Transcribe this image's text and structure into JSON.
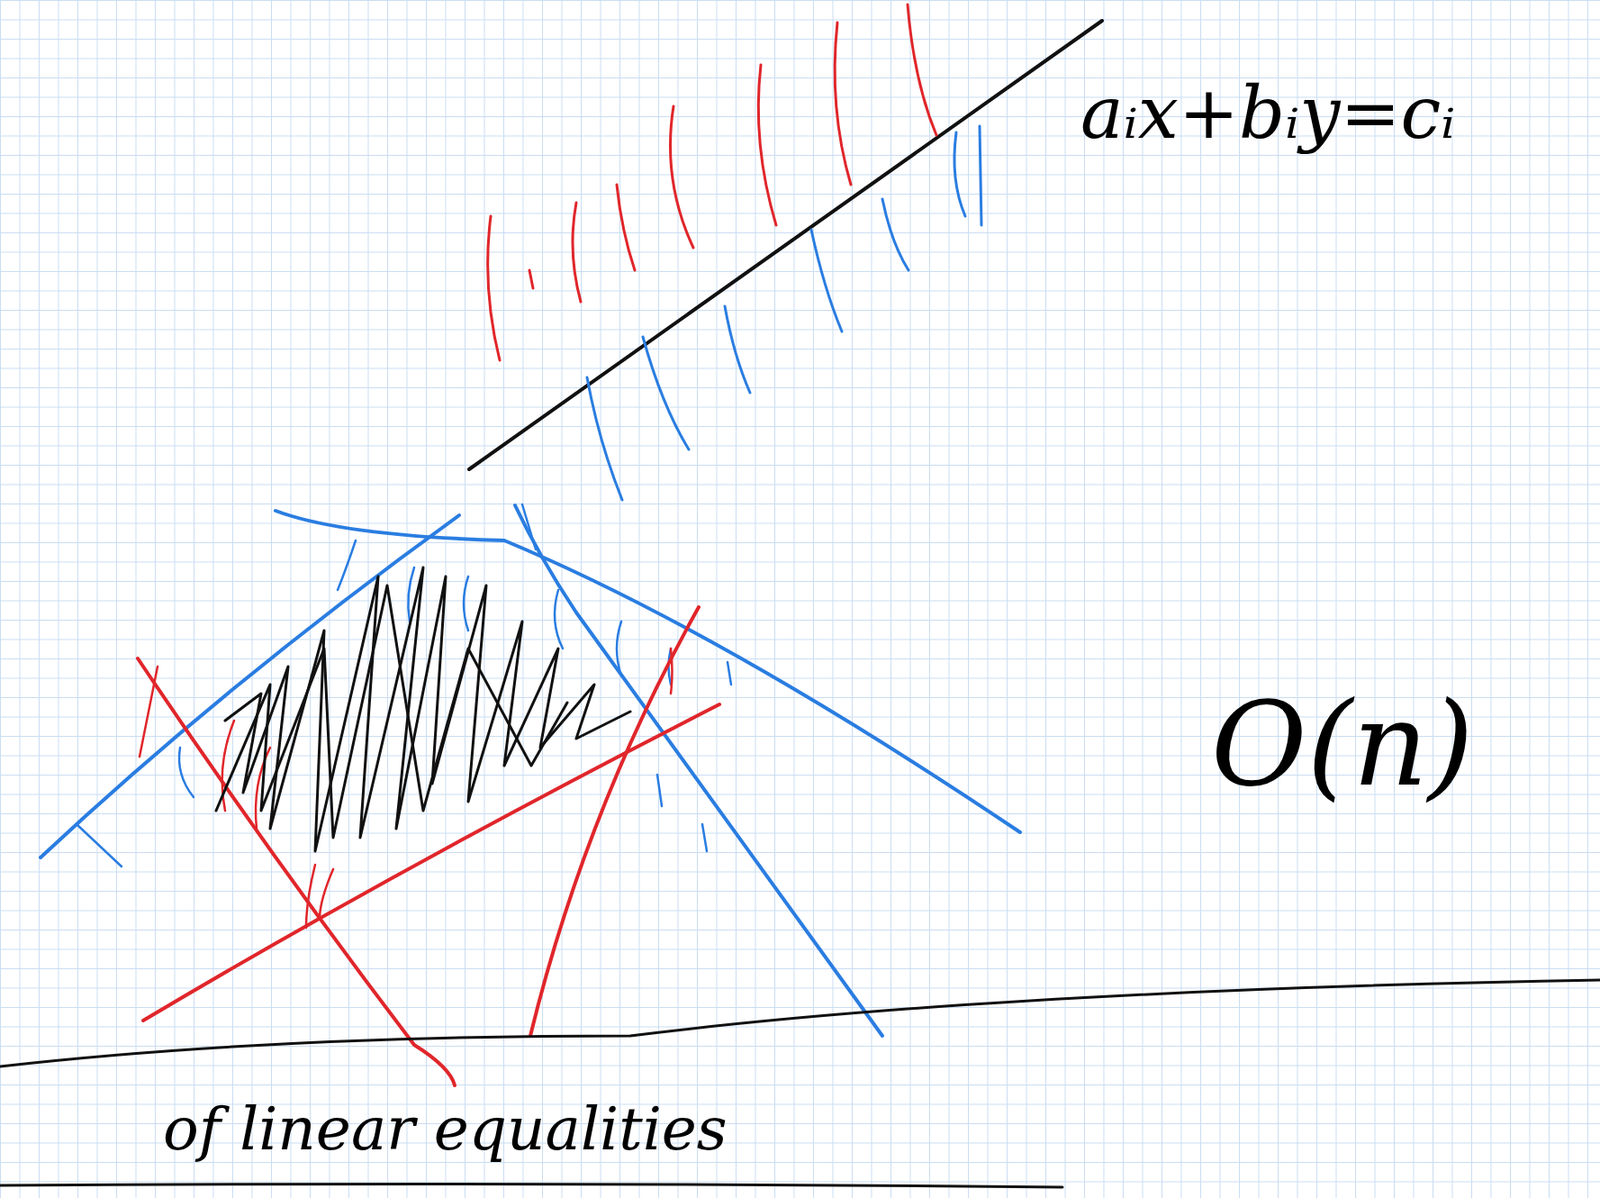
{
  "diagram": {
    "labels": [
      "aᵢx+bᵢy=cᵢ",
      "O(n)",
      "of linear equalities"
    ]
  }
}
